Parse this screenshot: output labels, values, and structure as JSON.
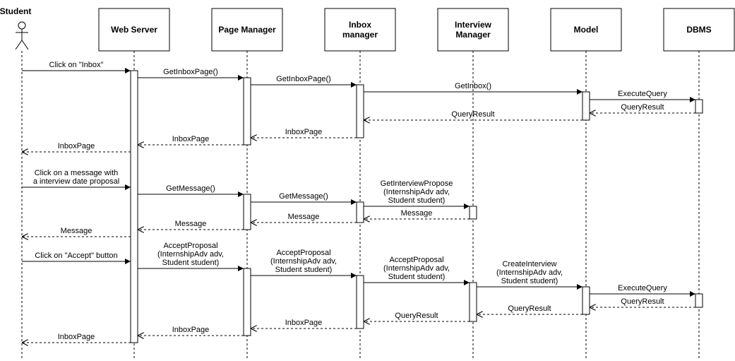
{
  "participants": [
    {
      "id": "student",
      "label": [
        "Student"
      ],
      "kind": "actor"
    },
    {
      "id": "web",
      "label": [
        "Web Server"
      ],
      "kind": "box"
    },
    {
      "id": "pm",
      "label": [
        "Page Manager"
      ],
      "kind": "box"
    },
    {
      "id": "inbox",
      "label": [
        "Inbox",
        "manager"
      ],
      "kind": "box"
    },
    {
      "id": "interview",
      "label": [
        "Interview",
        "Manager"
      ],
      "kind": "box"
    },
    {
      "id": "model",
      "label": [
        "Model"
      ],
      "kind": "box"
    },
    {
      "id": "dbms",
      "label": [
        "DBMS"
      ],
      "kind": "box"
    }
  ],
  "messages": [
    {
      "from": "student",
      "to": "web",
      "type": "call",
      "label": [
        "Click on \"Inbox\""
      ]
    },
    {
      "from": "web",
      "to": "pm",
      "type": "call",
      "label": [
        "GetInboxPage()"
      ]
    },
    {
      "from": "pm",
      "to": "inbox",
      "type": "call",
      "label": [
        "GetInboxPage()"
      ]
    },
    {
      "from": "inbox",
      "to": "model",
      "type": "call",
      "label": [
        "GetInbox()"
      ]
    },
    {
      "from": "model",
      "to": "dbms",
      "type": "call",
      "label": [
        "ExecuteQuery"
      ]
    },
    {
      "from": "dbms",
      "to": "model",
      "type": "return",
      "label": [
        "QueryResult"
      ]
    },
    {
      "from": "model",
      "to": "inbox",
      "type": "return",
      "label": [
        "QueryResult"
      ]
    },
    {
      "from": "inbox",
      "to": "pm",
      "type": "return",
      "label": [
        "InboxPage"
      ]
    },
    {
      "from": "pm",
      "to": "web",
      "type": "return",
      "label": [
        "InboxPage"
      ]
    },
    {
      "from": "web",
      "to": "student",
      "type": "return",
      "label": [
        "InboxPage"
      ]
    },
    {
      "from": "student",
      "to": "web",
      "type": "call",
      "label": [
        "Click on a message with",
        "a interview date proposal"
      ]
    },
    {
      "from": "web",
      "to": "pm",
      "type": "call",
      "label": [
        "GetMessage()"
      ]
    },
    {
      "from": "pm",
      "to": "inbox",
      "type": "call",
      "label": [
        "GetMessage()"
      ]
    },
    {
      "from": "inbox",
      "to": "interview",
      "type": "call",
      "label": [
        "GetInterviewPropose",
        "(InternshipAdv adv,",
        "Student student)"
      ]
    },
    {
      "from": "interview",
      "to": "inbox",
      "type": "return",
      "label": [
        "Message"
      ]
    },
    {
      "from": "inbox",
      "to": "pm",
      "type": "return",
      "label": [
        "Message"
      ]
    },
    {
      "from": "pm",
      "to": "web",
      "type": "return",
      "label": [
        "Message"
      ]
    },
    {
      "from": "web",
      "to": "student",
      "type": "return",
      "label": [
        "Message"
      ]
    },
    {
      "from": "student",
      "to": "web",
      "type": "call",
      "label": [
        "Click on \"Accept\" button"
      ]
    },
    {
      "from": "web",
      "to": "pm",
      "type": "call",
      "label": [
        "AcceptProposal",
        "(InternshipAdv adv,",
        "Student student)"
      ]
    },
    {
      "from": "pm",
      "to": "inbox",
      "type": "call",
      "label": [
        "AcceptProposal",
        "(InternshipAdv adv,",
        "Student student)"
      ]
    },
    {
      "from": "inbox",
      "to": "interview",
      "type": "call",
      "label": [
        "AcceptProposal",
        "(InternshipAdv adv,",
        "Student student)"
      ]
    },
    {
      "from": "interview",
      "to": "model",
      "type": "call",
      "label": [
        "CreateInterview",
        "(InternshipAdv adv,",
        "Student student)"
      ]
    },
    {
      "from": "model",
      "to": "dbms",
      "type": "call",
      "label": [
        "ExecuteQuery"
      ]
    },
    {
      "from": "dbms",
      "to": "model",
      "type": "return",
      "label": [
        "QueryResult"
      ]
    },
    {
      "from": "model",
      "to": "interview",
      "type": "return",
      "label": [
        "QueryResult"
      ]
    },
    {
      "from": "interview",
      "to": "inbox",
      "type": "return",
      "label": [
        "QueryResult"
      ]
    },
    {
      "from": "inbox",
      "to": "pm",
      "type": "return",
      "label": [
        "InboxPage"
      ]
    },
    {
      "from": "pm",
      "to": "web",
      "type": "return",
      "label": [
        "InboxPage"
      ]
    },
    {
      "from": "web",
      "to": "student",
      "type": "return",
      "label": [
        "InboxPage"
      ]
    }
  ]
}
